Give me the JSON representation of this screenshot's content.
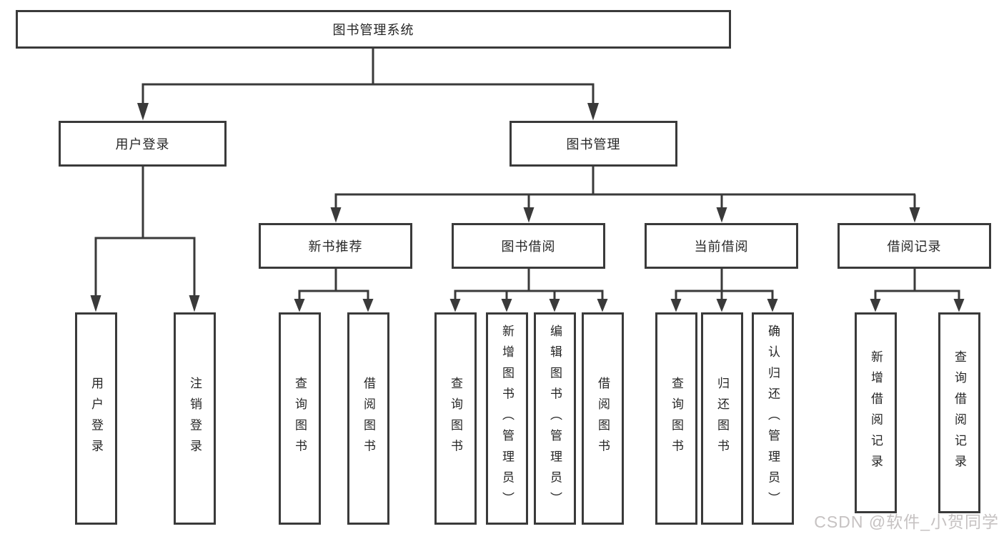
{
  "diagram": {
    "title": "图书管理系统",
    "tree": {
      "root": {
        "label": "图书管理系统"
      },
      "level2": [
        {
          "label": "用户登录"
        },
        {
          "label": "图书管理"
        }
      ],
      "level3": [
        {
          "label": "新书推荐",
          "parent": "图书管理"
        },
        {
          "label": "图书借阅",
          "parent": "图书管理"
        },
        {
          "label": "当前借阅",
          "parent": "图书管理"
        },
        {
          "label": "借阅记录",
          "parent": "图书管理"
        }
      ],
      "leaves": [
        {
          "label": "用户登录",
          "parent": "用户登录"
        },
        {
          "label": "注销登录",
          "parent": "用户登录"
        },
        {
          "label": "查询图书",
          "parent": "新书推荐"
        },
        {
          "label": "借阅图书",
          "parent": "新书推荐"
        },
        {
          "label": "查询图书",
          "parent": "图书借阅"
        },
        {
          "label": "新增图书（管理员）",
          "parent": "图书借阅"
        },
        {
          "label": "编辑图书（管理员）",
          "parent": "图书借阅"
        },
        {
          "label": "借阅图书",
          "parent": "图书借阅"
        },
        {
          "label": "查询图书",
          "parent": "当前借阅"
        },
        {
          "label": "归还图书",
          "parent": "当前借阅"
        },
        {
          "label": "确认归还（管理员）",
          "parent": "当前借阅"
        },
        {
          "label": "新增借阅记录",
          "parent": "借阅记录"
        },
        {
          "label": "查询借阅记录",
          "parent": "借阅记录"
        }
      ]
    },
    "colors": {
      "line": "#3a3a3a",
      "box_background": "#ffffff",
      "text": "#262626",
      "watermark_text": "#c6c2c2"
    }
  },
  "watermark": {
    "text": "CSDN @软件_小贺同学"
  }
}
